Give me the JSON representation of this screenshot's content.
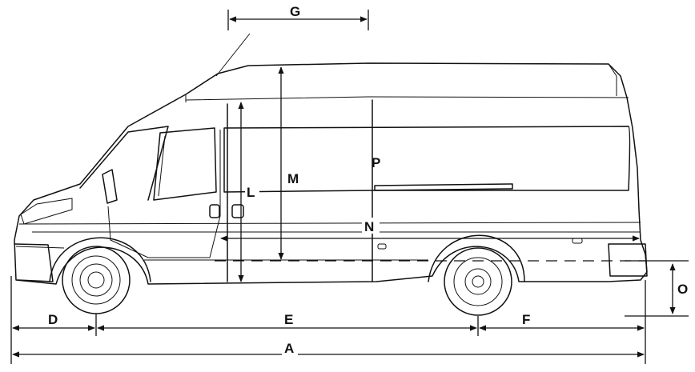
{
  "labels": {
    "A": "A",
    "D": "D",
    "E": "E",
    "F": "F",
    "G": "G",
    "L": "L",
    "M": "M",
    "N": "N",
    "O": "O",
    "P": "P"
  },
  "colors": {
    "line": "#111111",
    "background": "#ffffff"
  }
}
